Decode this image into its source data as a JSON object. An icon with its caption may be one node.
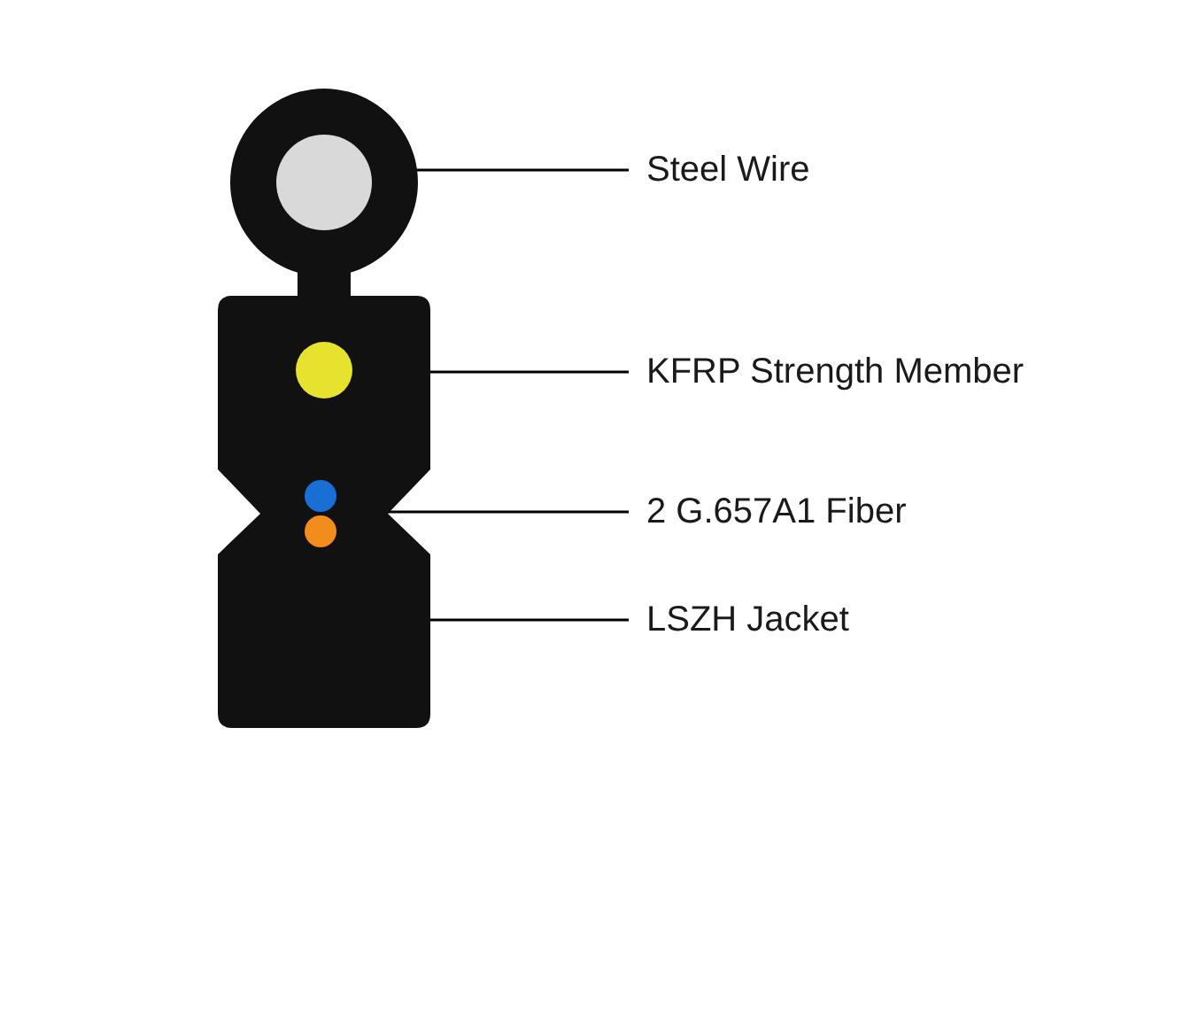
{
  "diagram": {
    "nodes": [
      {
        "text": [],
        "shape": "box"
      },
      {
        "text": [],
        "shape": "circle",
        "in": 0
      },
      {
        "text": [],
        "shape": "circle",
        "in": 0
      },
      {
        "text": [],
        "shape": "circle",
        "in": 0
      },
      {
        "text": [
          "Steel Wire"
        ]
      },
      {
        "text": [
          "KFRP Strength Member"
        ]
      },
      {
        "text": [
          "2 G.657A1 Fiber"
        ]
      },
      {
        "text": [
          "LSZH Jacket"
        ]
      }
    ],
    "edges": [
      {
        "from": 4,
        "to": 1,
        "arrow": "none"
      },
      {
        "from": 5,
        "to": 2,
        "arrow": "none"
      },
      {
        "from": 6,
        "to": 3,
        "arrow": "none"
      },
      {
        "from": 7,
        "to": 0,
        "arrow": "none"
      }
    ]
  }
}
